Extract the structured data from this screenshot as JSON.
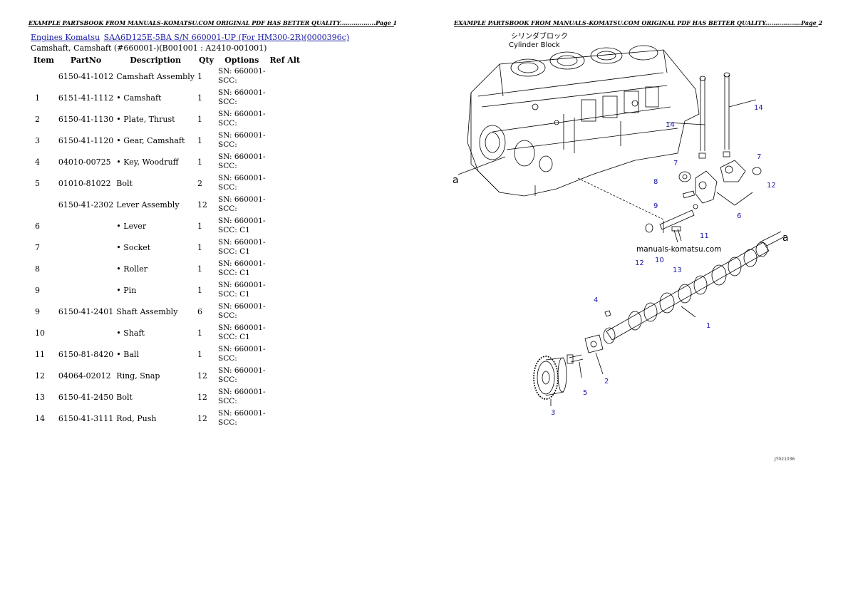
{
  "pages": [
    {
      "header": "EXAMPLE PARTSBOOK FROM MANUALS-KOMATSU.COM ORIGINAL PDF HAS BETTER QUALITY..................Page 1"
    },
    {
      "header": "EXAMPLE PARTSBOOK FROM MANUALS-KOMATSU.COM ORIGINAL PDF HAS BETTER QUALITY..................Page 2"
    }
  ],
  "breadcrumb": {
    "link1": "Engines Komatsu",
    "link2": "SAA6D125E-5BA S/N 660001-UP (For HM300-2R)(0000396c)"
  },
  "subtitle": "Camshaft, Camshaft (#660001-)(B001001 : A2410-001001)",
  "table": {
    "headers": [
      "Item",
      "PartNo",
      "Description",
      "Qty",
      "Options",
      "Ref Alt"
    ],
    "rows": [
      {
        "item": "",
        "part": "6150-41-1012",
        "desc": "Camshaft Assembly",
        "qty": "1",
        "opt1": "SN: 660001-",
        "opt2": "SCC:"
      },
      {
        "item": "1",
        "part": "6151-41-1112",
        "desc": "• Camshaft",
        "qty": "1",
        "opt1": "SN: 660001-",
        "opt2": "SCC:"
      },
      {
        "item": "2",
        "part": "6150-41-1130",
        "desc": "• Plate, Thrust",
        "qty": "1",
        "opt1": "SN: 660001-",
        "opt2": "SCC:"
      },
      {
        "item": "3",
        "part": "6150-41-1120",
        "desc": "• Gear, Camshaft",
        "qty": "1",
        "opt1": "SN: 660001-",
        "opt2": "SCC:"
      },
      {
        "item": "4",
        "part": "04010-00725",
        "desc": "• Key, Woodruff",
        "qty": "1",
        "opt1": "SN: 660001-",
        "opt2": "SCC:"
      },
      {
        "item": "5",
        "part": "01010-81022",
        "desc": "Bolt",
        "qty": "2",
        "opt1": "SN: 660001-",
        "opt2": "SCC:"
      },
      {
        "item": "",
        "part": "6150-41-2302",
        "desc": "Lever Assembly",
        "qty": "12",
        "opt1": "SN: 660001-",
        "opt2": "SCC:"
      },
      {
        "item": "6",
        "part": "",
        "desc": "• Lever",
        "qty": "1",
        "opt1": "SN: 660001-",
        "opt2": "SCC: C1"
      },
      {
        "item": "7",
        "part": "",
        "desc": "• Socket",
        "qty": "1",
        "opt1": "SN: 660001-",
        "opt2": "SCC: C1"
      },
      {
        "item": "8",
        "part": "",
        "desc": "• Roller",
        "qty": "1",
        "opt1": "SN: 660001-",
        "opt2": "SCC: C1"
      },
      {
        "item": "9",
        "part": "",
        "desc": "• Pin",
        "qty": "1",
        "opt1": "SN: 660001-",
        "opt2": "SCC: C1"
      },
      {
        "item": "9",
        "part": "6150-41-2401",
        "desc": "Shaft Assembly",
        "qty": "6",
        "opt1": "SN: 660001-",
        "opt2": "SCC:"
      },
      {
        "item": "10",
        "part": "",
        "desc": "• Shaft",
        "qty": "1",
        "opt1": "SN: 660001-",
        "opt2": "SCC: C1"
      },
      {
        "item": "11",
        "part": "6150-81-8420",
        "desc": "• Ball",
        "qty": "1",
        "opt1": "SN: 660001-",
        "opt2": "SCC:"
      },
      {
        "item": "12",
        "part": "04064-02012",
        "desc": "Ring, Snap",
        "qty": "12",
        "opt1": "SN: 660001-",
        "opt2": "SCC:"
      },
      {
        "item": "13",
        "part": "6150-41-2450",
        "desc": "Bolt",
        "qty": "12",
        "opt1": "SN: 660001-",
        "opt2": "SCC:"
      },
      {
        "item": "14",
        "part": "6150-41-3111",
        "desc": "Rod, Push",
        "qty": "12",
        "opt1": "SN: 660001-",
        "opt2": "SCC:"
      }
    ]
  },
  "diagram": {
    "label_jp": "シリンダブロック",
    "label_en": "Cylinder Block",
    "watermark": "manuals-komatsu.com",
    "figure_id": "JY021036",
    "callouts": {
      "c1": "1",
      "c2": "2",
      "c3": "3",
      "c4": "4",
      "c5": "5",
      "c6": "6",
      "c7a": "7",
      "c7b": "7",
      "c8": "8",
      "c9": "9",
      "c10": "10",
      "c11": "11",
      "c12a": "12",
      "c12b": "12",
      "c13": "13",
      "c14a": "14",
      "c14b": "14",
      "a_left": "a",
      "a_right": "a"
    }
  }
}
